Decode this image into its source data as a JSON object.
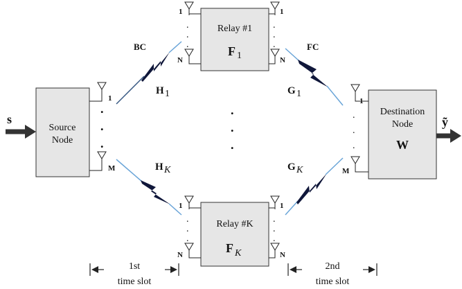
{
  "source": {
    "label_line1": "Source",
    "label_line2": "Node",
    "input_symbol": "s"
  },
  "destination": {
    "label_line1": "Destination",
    "label_line2": "Node",
    "matrix": "W",
    "output_symbol": "ỹ"
  },
  "relay_top": {
    "title": "Relay #1",
    "matrix": "F",
    "subscript": "1"
  },
  "relay_bottom": {
    "title": "Relay #K",
    "matrix": "F",
    "subscript": "K"
  },
  "channels": {
    "broadcast": "BC",
    "forward": "FC",
    "h1": {
      "base": "H",
      "sub": "1"
    },
    "hk": {
      "base": "H",
      "sub": "K"
    },
    "g1": {
      "base": "G",
      "sub": "1"
    },
    "gk": {
      "base": "G",
      "sub": "K"
    }
  },
  "antennas": {
    "one": "1",
    "n": "N",
    "m": "M"
  },
  "dots": ".",
  "slots": {
    "first": {
      "line1": "1st",
      "line2": "time slot"
    },
    "second": {
      "line1": "2nd",
      "line2": "time slot"
    }
  },
  "colors": {
    "box_fill": "#e6e6e6",
    "stroke": "#333333",
    "bolt": "#10173a"
  }
}
